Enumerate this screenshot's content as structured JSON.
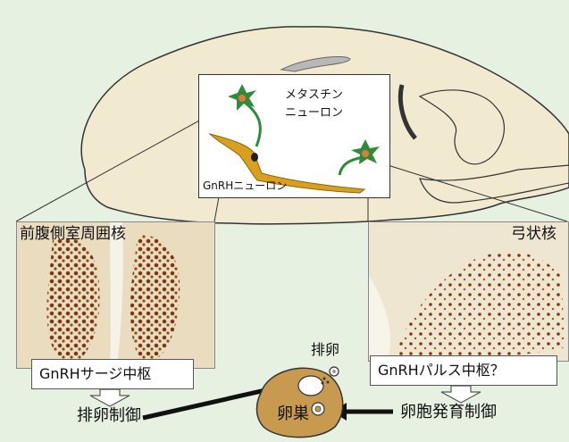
{
  "neuron_box": {
    "metastin_label_line1": "メタスチン",
    "metastin_label_line2": "ニューロン",
    "gnrh_label": "GnRHニューロン"
  },
  "left_panel": {
    "title": "前腹側室周囲核",
    "center_label": "GnRHサージ中枢",
    "arrow_label": "排卵制御"
  },
  "right_panel": {
    "title": "弓状核",
    "center_label": "GnRHパルス中枢？",
    "arrow_label": "卵胞発育制御"
  },
  "ovary": {
    "label": "卵巣",
    "ovulation_label": "排卵"
  },
  "colors": {
    "background": "#e7f1e2",
    "brain": "#f2ead0",
    "brain_outline": "#333333",
    "metastin_neuron": "#2e8b3a",
    "gnrh_neuron": "#d9a020",
    "stain": "#7a3a14",
    "ovary": "#c79a4f"
  }
}
